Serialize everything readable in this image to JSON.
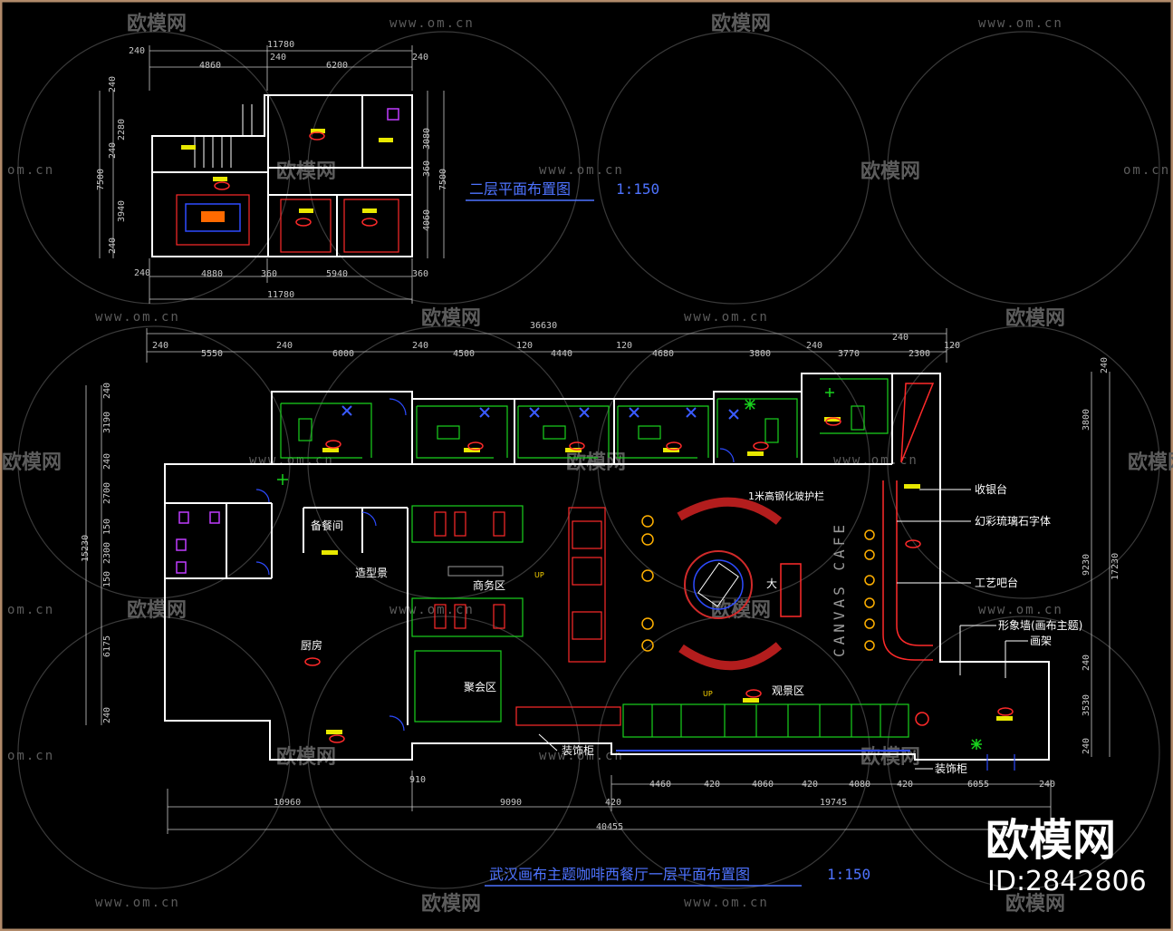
{
  "watermark": {
    "brand_cn": "欧模网",
    "url": "www.om.cn",
    "url_short": "om.cn"
  },
  "colors": {
    "background": "#000000",
    "walls": "#ffffff",
    "furniture_green": "#19d21d",
    "furniture_red": "#ff2a2a",
    "title_blue": "#4e73ff",
    "dimension_gray": "#c8c8c8",
    "frame_border": "#b08a6a"
  },
  "second_floor": {
    "title": "二层平面布置图",
    "scale": "1:150",
    "dims_top": [
      "240",
      "11780",
      "4860",
      "240",
      "6200",
      "240"
    ],
    "dims_bottom": [
      "240",
      "4880",
      "360",
      "5940",
      "360",
      "11780"
    ],
    "dims_left": [
      "240",
      "2280",
      "240",
      "7500",
      "3940",
      "240"
    ],
    "dims_right": [
      "3080",
      "360",
      "7500",
      "4060"
    ]
  },
  "first_floor": {
    "title": "武汉画布主题咖啡西餐厅一层平面布置图",
    "scale": "1:150",
    "dims_top": [
      "36630",
      "240",
      "5550",
      "240",
      "6000",
      "240",
      "4500",
      "120",
      "4440",
      "120",
      "4680",
      "3800",
      "240",
      "3770",
      "240",
      "2300",
      "120"
    ],
    "dims_bottom": [
      "910",
      "4460",
      "420",
      "4060",
      "420",
      "4080",
      "420",
      "6055",
      "240",
      "10960",
      "9090",
      "420",
      "19745",
      "40455"
    ],
    "dims_left": [
      "240",
      "3190",
      "240",
      "2700",
      "150",
      "2300",
      "15230",
      "150",
      "6175",
      "240"
    ],
    "dims_right": [
      "240",
      "3800",
      "9230",
      "17230",
      "240",
      "3530",
      "240"
    ],
    "room_labels": {
      "backup_room": "备餐间",
      "feature_wall": "造型景",
      "business_zone": "商务区",
      "kitchen": "厨房",
      "gathering_zone": "聚会区",
      "railing": "1米高钢化玻护栏",
      "big_table": "大",
      "view_zone": "观景区",
      "deco_cabinet_1": "装饰柜",
      "deco_cabinet_2": "装饰柜",
      "canvas_vertical": "CANVAS CAFE",
      "up_marker": "UP"
    },
    "callouts": [
      "收银台",
      "幻彩琉璃石字体",
      "工艺吧台",
      "形象墙(画布主题)",
      "画架"
    ]
  },
  "brand_badge": {
    "name": "欧模网",
    "id": "ID:2842806"
  }
}
